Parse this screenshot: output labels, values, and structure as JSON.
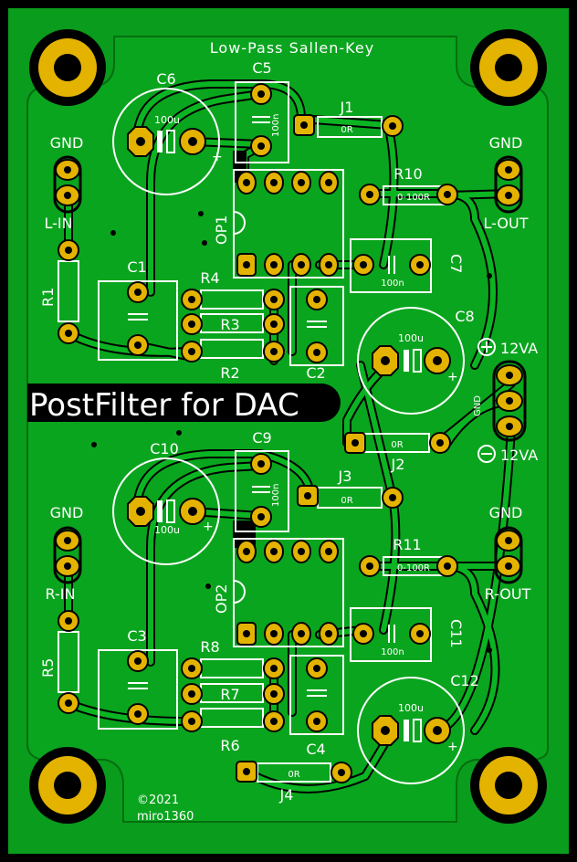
{
  "board": {
    "title_top": "Low-Pass Sallen-Key",
    "banner": "PostFilter for DAC",
    "copyright_year": "©2021",
    "author": "miro1360",
    "colors": {
      "board": "#0b9e1e",
      "copper": "#089a17",
      "pad": "#e4b300",
      "silk": "#ffffff",
      "outline": "#000000"
    }
  },
  "labels": {
    "gnd_left_top": "GND",
    "l_in": "L-IN",
    "gnd_right_top": "GND",
    "l_out": "L-OUT",
    "gnd_left_bottom": "GND",
    "r_in": "R-IN",
    "gnd_right_bottom": "GND",
    "r_out": "R-OUT",
    "plus_12va": "12VA",
    "minus_12va": "12VA",
    "gnd_small": "GND"
  },
  "components": {
    "C6": "C6",
    "C6_val": "100u",
    "C5": "C5",
    "C5_val": "100n",
    "J1": "J1",
    "J1_val": "0R",
    "R10": "R10",
    "R10_val": "0-100R",
    "OP1": "OP1",
    "C7": "C7",
    "C7_val": "100n",
    "C1": "C1",
    "R1": "R1",
    "R4": "R4",
    "R3": "R3",
    "R2": "R2",
    "C2": "C2",
    "C8": "C8",
    "C8_val": "100u",
    "J2": "J2",
    "J2_val": "0R",
    "C10": "C10",
    "C10_val": "100u",
    "C9": "C9",
    "C9_val": "100n",
    "J3": "J3",
    "J3_val": "0R",
    "R11": "R11",
    "R11_val": "0-100R",
    "OP2": "OP2",
    "C11": "C11",
    "C11_val": "100n",
    "C3": "C3",
    "R5": "R5",
    "R8": "R8",
    "R7": "R7",
    "R6": "R6",
    "C4": "C4",
    "C4_val": "0R",
    "C12": "C12",
    "C12_val": "100u",
    "J4": "J4"
  },
  "polarity": {
    "plus": "+"
  }
}
